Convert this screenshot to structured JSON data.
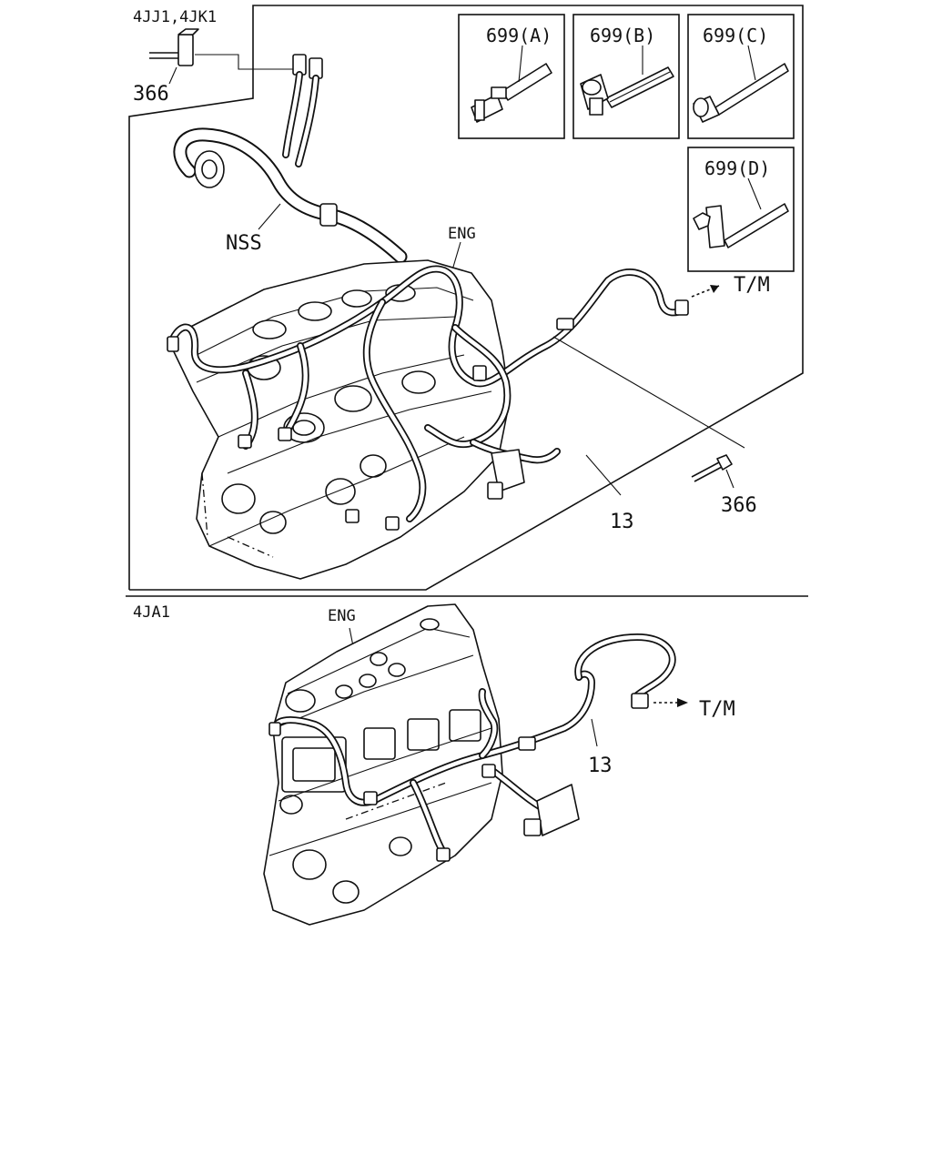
{
  "sections": [
    {
      "engine_models": "4JJ1,4JK1",
      "labels": {
        "part_366_top": "366",
        "part_366_bottom": "366",
        "nss": "NSS",
        "eng": "ENG",
        "tm": "T/M",
        "part_13": "13"
      },
      "clip_variants": [
        {
          "label": "699(A)"
        },
        {
          "label": "699(B)"
        },
        {
          "label": "699(C)"
        },
        {
          "label": "699(D)"
        }
      ]
    },
    {
      "engine_models": "4JA1",
      "labels": {
        "eng": "ENG",
        "tm": "T/M",
        "part_13": "13"
      }
    }
  ]
}
